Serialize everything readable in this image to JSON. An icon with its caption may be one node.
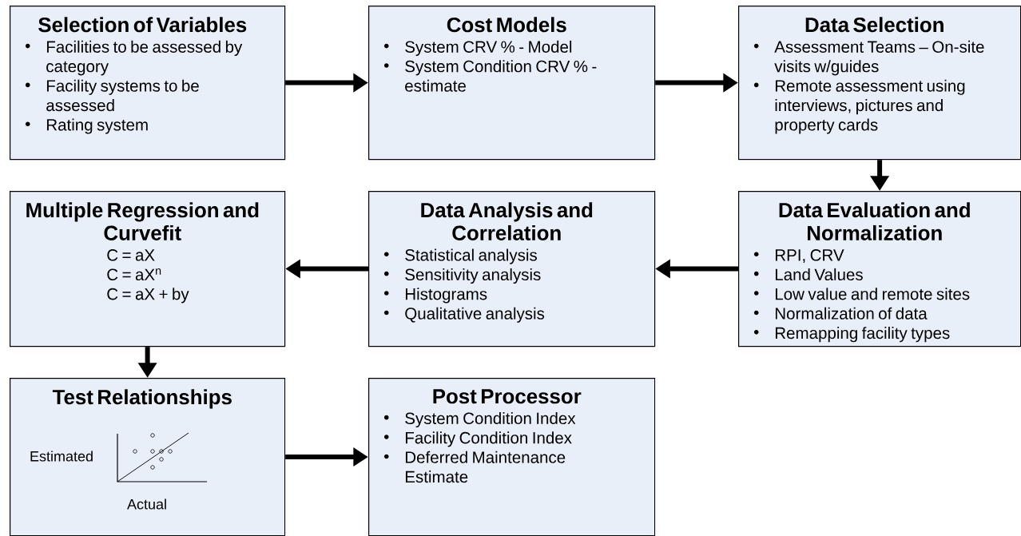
{
  "diagram": {
    "nodes": [
      {
        "text": [
          "Selection of Variables",
          "Facilities to be assessed by category",
          "Facility systems to be assessed",
          "Rating system"
        ]
      },
      {
        "text": [
          "Cost  Models",
          "System CRV % - Model",
          "System Condition CRV % - estimate"
        ]
      },
      {
        "text": [
          "Data Selection",
          "Assessment Teams – On-site visits w/guides",
          "Remote assessment using interviews, pictures and property cards"
        ]
      },
      {
        "text": [
          "Data Evaluation and Normalization",
          "RPI, CRV",
          "Land Values",
          "Low value and remote sites",
          "Normalization of data",
          "Remapping facility types"
        ]
      },
      {
        "text": [
          "Data Analysis and Correlation",
          "Statistical analysis",
          "Sensitivity analysis",
          "Histograms",
          "Qualitative analysis"
        ]
      },
      {
        "text": [
          "Multiple Regression and Curvefit",
          "C = aX",
          "C = aX$^{n}$",
          "C = aX + by"
        ]
      },
      {
        "text": [
          "Test Relationships",
          "Estimated",
          "Actual"
        ]
      },
      {
        "text": [
          "Post Processor",
          "System Condition Index",
          "Facility Condition Index",
          "Deferred Maintenance Estimate"
        ]
      }
    ],
    "edges": [
      {
        "from": 0,
        "to": 1,
        "arrow": "to"
      },
      {
        "from": 1,
        "to": 2,
        "arrow": "to"
      },
      {
        "from": 2,
        "to": 3,
        "arrow": "to"
      },
      {
        "from": 3,
        "to": 4,
        "arrow": "to"
      },
      {
        "from": 4,
        "to": 5,
        "arrow": "to"
      },
      {
        "from": 5,
        "to": 6,
        "arrow": "to"
      },
      {
        "from": 6,
        "to": 7,
        "arrow": "to"
      }
    ]
  }
}
